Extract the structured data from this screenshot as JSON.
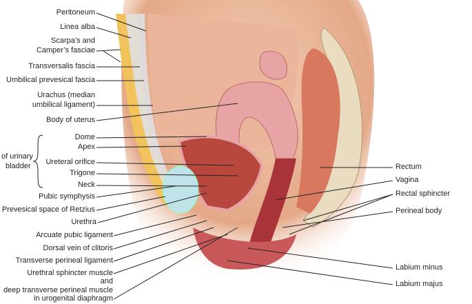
{
  "labels_left": {
    "peritoneum": "Peritoneum",
    "linea_alba": "Linea alba",
    "scarpa_1": "Scarpa’s and",
    "scarpa_2": "Camper’s fasciae",
    "transversalis": "Transversalis fascia",
    "umbilical_prevesical": "Umbilical prevesical fascia",
    "urachus_1": "Urachus (median",
    "urachus_2": "umbilical ligament)",
    "body_of_uterus": "Body of uterus",
    "dome": "Dome",
    "apex": "Apex",
    "ureteral_orifice": "Ureteral orifice",
    "trigone": "Trigone",
    "neck": "Neck",
    "bladder_1": "of urinary",
    "bladder_2": "bladder",
    "pubic_symphysis": "Pubic symphysis",
    "retzius": "Prevesical space of Retzius",
    "urethra": "Urethra",
    "arcuate": "Arcuate pubic ligament",
    "dorsal_vein": "Dorsal vein of clitoris",
    "transverse_perineal": "Transverse perineal ligament",
    "sphincter_1": "Urethral sphincter muscle",
    "sphincter_2": "and",
    "sphincter_3": "deep transverse perineal muscle",
    "sphincter_4": "in urogenital diaphragm"
  },
  "labels_right": {
    "rectum": "Rectum",
    "vagina": "Vagina",
    "rectal_sphincter": "Rectal sphincter",
    "perineal_body": "Perineal body",
    "labium_minus": "Labium minus",
    "labium_majus": "Labium majus"
  },
  "colors": {
    "skin": "#e9b79a",
    "muscle": "#c0453e",
    "fat": "#f2c25c",
    "uterus": "#e8a4a4",
    "bladder": "#bfe3e8",
    "bone": "#e9dcc0"
  }
}
